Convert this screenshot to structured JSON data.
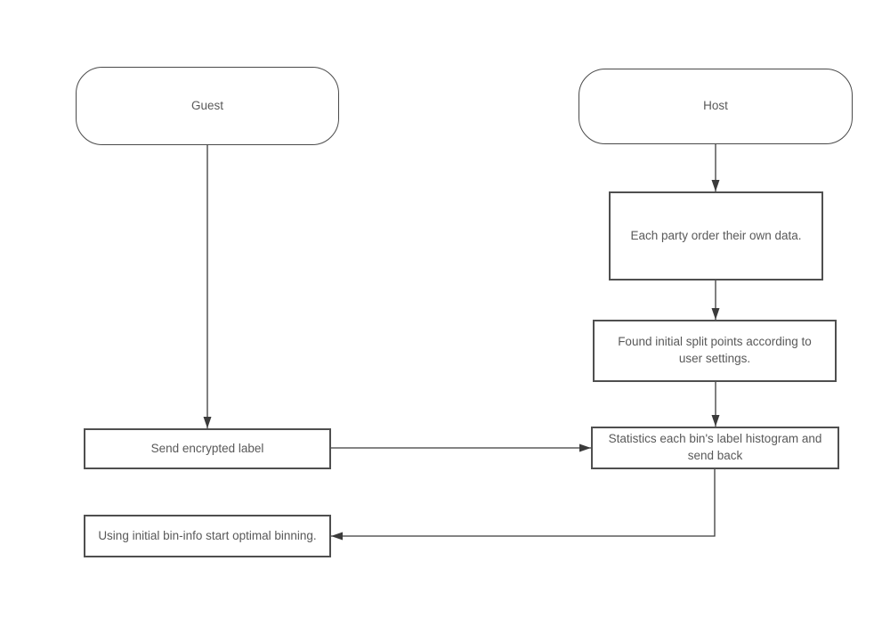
{
  "diagram": {
    "type": "flowchart",
    "colors": {
      "background": "#ffffff",
      "node_border": "#4f4f4f",
      "connector": "#3b3b3b",
      "text": "#595959"
    },
    "nodes": {
      "guest": {
        "label": "Guest",
        "shape": "terminator"
      },
      "host": {
        "label": "Host",
        "shape": "terminator"
      },
      "order_data": {
        "label": "Each party order their own data.",
        "shape": "process"
      },
      "split_points": {
        "label": "Found initial split points according to user settings.",
        "shape": "process"
      },
      "send_label": {
        "label": "Send encrypted label",
        "shape": "process"
      },
      "statistics": {
        "label": "Statistics each bin's label histogram and send back",
        "shape": "process"
      },
      "optimal_binning": {
        "label": "Using initial bin-info start optimal binning.",
        "shape": "process"
      }
    },
    "edges": [
      {
        "from": "guest",
        "to": "send_label"
      },
      {
        "from": "host",
        "to": "order_data"
      },
      {
        "from": "order_data",
        "to": "split_points"
      },
      {
        "from": "split_points",
        "to": "statistics"
      },
      {
        "from": "send_label",
        "to": "statistics"
      },
      {
        "from": "statistics",
        "to": "optimal_binning"
      }
    ]
  }
}
